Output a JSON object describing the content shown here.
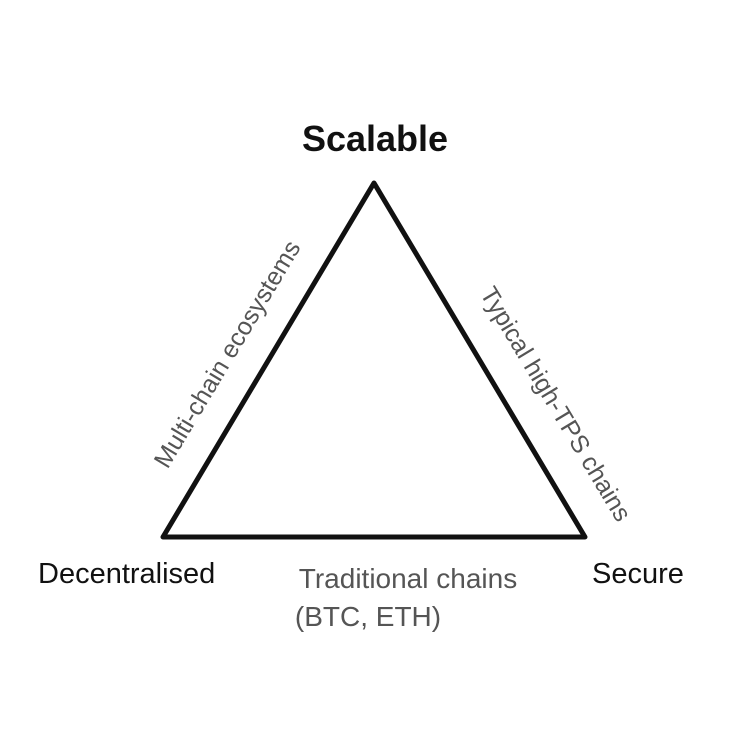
{
  "vertices": {
    "top": "Scalable",
    "bottom_left": "Decentralised",
    "bottom_right": "Secure"
  },
  "edges": {
    "left": "Multi-chain ecosystems",
    "right": "Typical high-TPS chains",
    "bottom_line1": "Traditional chains",
    "bottom_line2": "(BTC, ETH)"
  },
  "colors": {
    "stroke": "#111111",
    "vertex_text": "#111111",
    "edge_text": "#555555"
  }
}
